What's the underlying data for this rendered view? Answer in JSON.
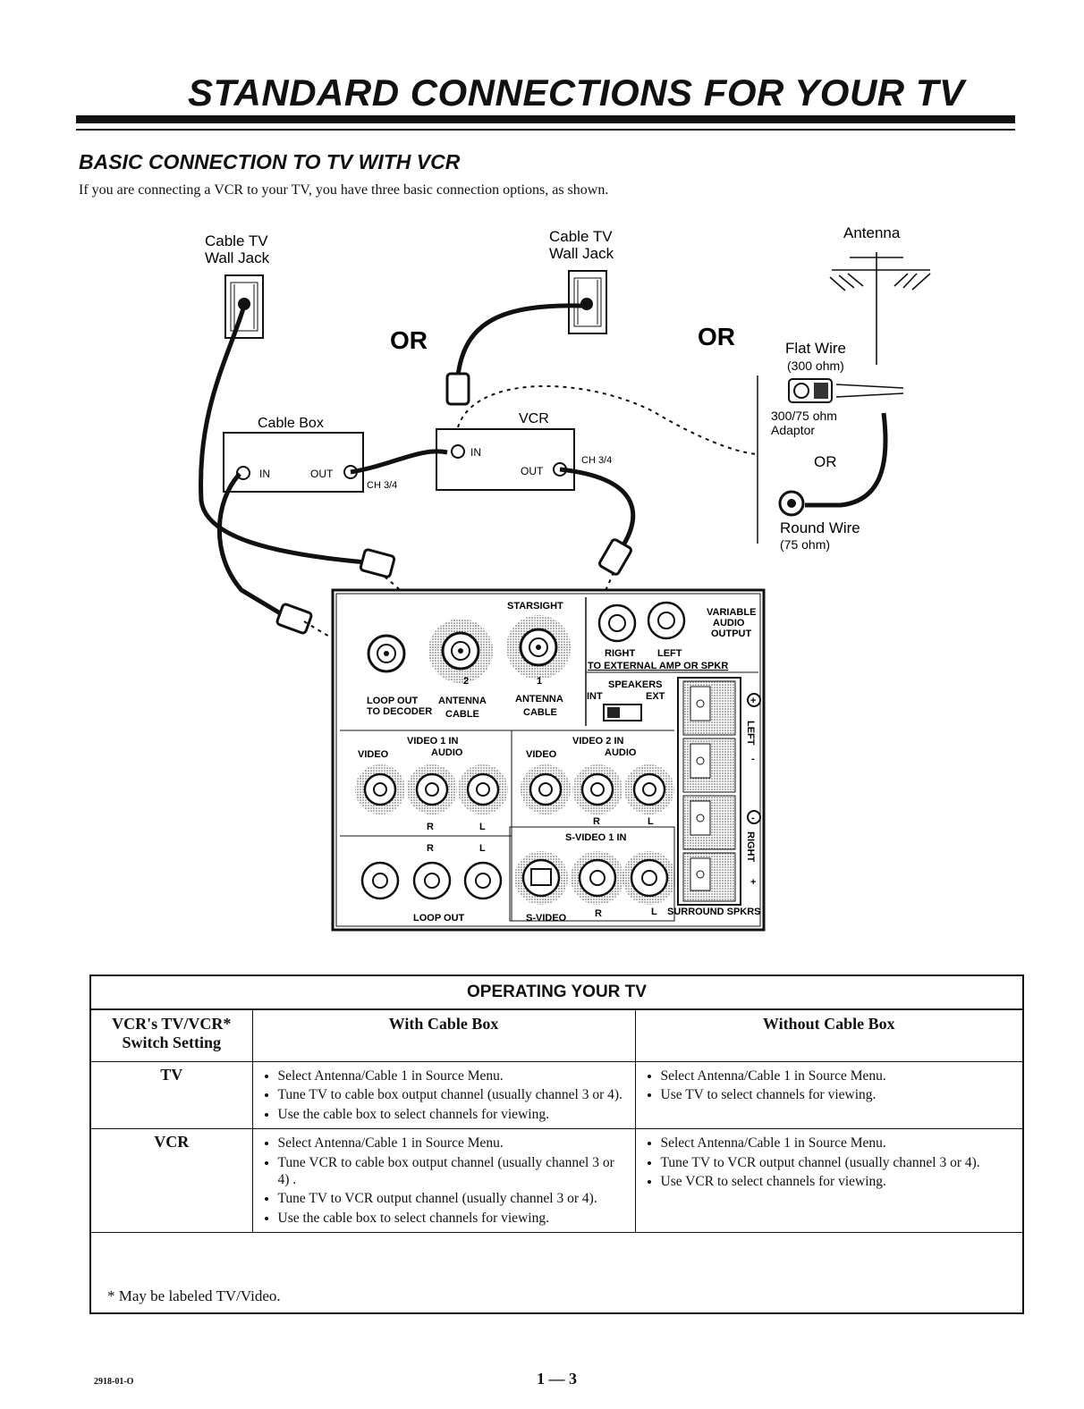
{
  "page": {
    "title": "STANDARD CONNECTIONS FOR YOUR TV",
    "subtitle": "BASIC CONNECTION TO TV WITH VCR",
    "intro": "If you are connecting a VCR to your TV, you have three basic connection options, as shown."
  },
  "diagram": {
    "wall_jack_1": [
      "Cable TV",
      "Wall Jack"
    ],
    "wall_jack_2": [
      "Cable TV",
      "Wall Jack"
    ],
    "or_1": "OR",
    "or_2": "OR",
    "antenna": "Antenna",
    "flat_wire": "Flat Wire",
    "flat_wire_ohm": "(300 ohm)",
    "adaptor": [
      "300/75 ohm",
      "Adaptor"
    ],
    "or_3": "OR",
    "round_wire": "Round Wire",
    "round_wire_ohm": "(75 ohm)",
    "cable_box": "Cable Box",
    "cable_box_in": "IN",
    "cable_box_out": "OUT",
    "cable_box_ch": "CH 3/4",
    "vcr": "VCR",
    "vcr_in": "IN",
    "vcr_out": "OUT",
    "vcr_ch": "CH 3/4",
    "panel": {
      "starsight": "STARSIGHT",
      "jack2": "2",
      "jack1": "1",
      "loop_out": "LOOP OUT",
      "to_decoder": "TO DECODER",
      "antenna_cable_2": [
        "ANTENNA",
        "CABLE"
      ],
      "antenna_cable_1": [
        "ANTENNA",
        "CABLE"
      ],
      "variable_audio_output": [
        "VARIABLE",
        "AUDIO",
        "OUTPUT"
      ],
      "right": "RIGHT",
      "left": "LEFT",
      "to_external": "TO EXTERNAL AMP OR SPKR",
      "speakers": "SPEAKERS",
      "int": "INT",
      "ext": "EXT",
      "video1_in": "VIDEO 1 IN",
      "video2_in": "VIDEO 2 IN",
      "video": "VIDEO",
      "audio": "AUDIO",
      "r": "R",
      "l": "L",
      "svideo1_in": "S-VIDEO 1 IN",
      "loop_out_bottom": "LOOP OUT",
      "svideo": "S-VIDEO",
      "surround": "SURROUND SPKRS",
      "left_vertical": "LEFT",
      "right_vertical": "RIGHT",
      "plus": "+",
      "minus": "-"
    }
  },
  "operating": {
    "title": "OPERATING YOUR TV",
    "col1": [
      "VCR's TV/VCR*",
      "Switch Setting"
    ],
    "col2": "With Cable Box",
    "col3": "Without Cable Box",
    "rows": [
      {
        "setting": "TV",
        "with": [
          "Select Antenna/Cable 1 in Source Menu.",
          "Tune TV to cable box output channel (usually channel 3 or 4).",
          "Use the cable box to select channels for viewing."
        ],
        "without": [
          "Select Antenna/Cable 1 in Source Menu.",
          "Use TV to select channels for viewing."
        ]
      },
      {
        "setting": "VCR",
        "with": [
          "Select Antenna/Cable 1 in Source Menu.",
          "Tune VCR to cable box output channel (usually channel 3 or 4) .",
          "Tune TV to VCR output channel (usually channel 3 or 4).",
          "Use the cable box to select channels for viewing."
        ],
        "without": [
          "Select Antenna/Cable 1 in Source Menu.",
          "Tune TV to VCR output channel (usually channel 3 or 4).",
          "Use VCR to select channels for viewing."
        ]
      }
    ],
    "footnote": "* May be labeled TV/Video."
  },
  "footer": {
    "code": "2918-01-O",
    "page_number": "1 — 3"
  }
}
